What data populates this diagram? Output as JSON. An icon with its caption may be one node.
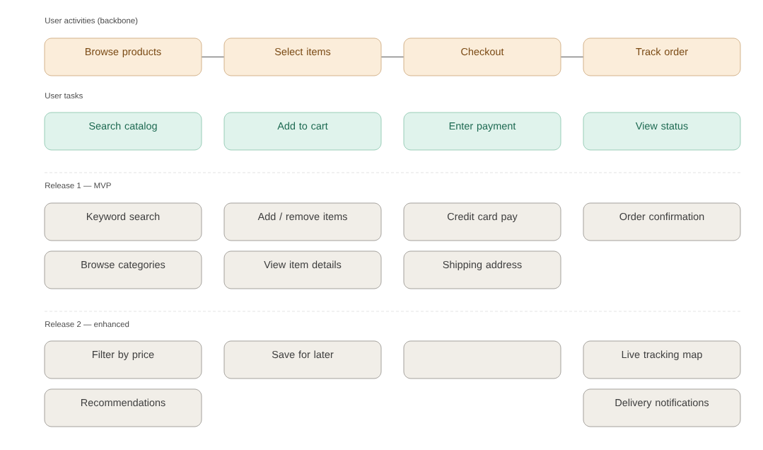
{
  "diagram": {
    "nodes": [
      {
        "text": [
          "Browse products"
        ]
      },
      {
        "text": [
          "Select items"
        ]
      },
      {
        "text": [
          "Checkout"
        ]
      },
      {
        "text": [
          "Track order"
        ]
      },
      {
        "text": [
          "Search catalog"
        ]
      },
      {
        "text": [
          "Add to cart"
        ]
      },
      {
        "text": [
          "Enter payment"
        ]
      },
      {
        "text": [
          "View status"
        ]
      },
      {
        "text": [
          "Keyword search"
        ]
      },
      {
        "text": [
          "Add / remove items"
        ]
      },
      {
        "text": [
          "Credit card pay"
        ]
      },
      {
        "text": [
          "Order confirmation"
        ]
      },
      {
        "text": [
          "Browse categories"
        ]
      },
      {
        "text": [
          "View item details"
        ]
      },
      {
        "text": [
          "Shipping address"
        ]
      },
      {
        "text": [
          "Filter by price"
        ]
      },
      {
        "text": [
          "Save for later"
        ]
      },
      {
        "text": [],
        "shape": "box"
      },
      {
        "text": [
          "Live tracking map"
        ]
      },
      {
        "text": [
          "Recommendations"
        ]
      },
      {
        "text": [
          "Delivery notifications"
        ]
      }
    ],
    "edges": [
      {
        "from": 0,
        "to": 1,
        "arrow": "none"
      },
      {
        "from": 1,
        "to": 2,
        "arrow": "none"
      },
      {
        "from": 2,
        "to": 3,
        "arrow": "none"
      }
    ],
    "labels": [
      "User activities (backbone)",
      "User tasks",
      "Release 1 — MVP",
      "Release 2 — enhanced"
    ]
  }
}
